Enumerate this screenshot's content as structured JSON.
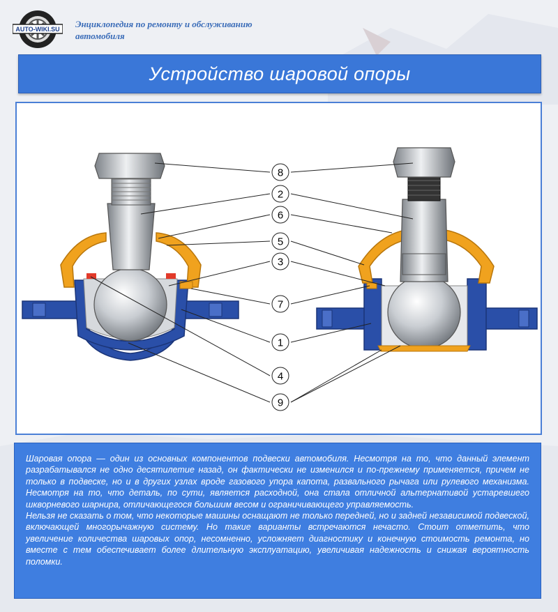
{
  "header": {
    "logo_text": "AUTO-WIKI.SU",
    "site_line1": "Энциклопедия по ремонту и обслуживанию",
    "site_line2": "автомобиля"
  },
  "title": "Устройство шаровой опоры",
  "diagram": {
    "callouts": [
      "8",
      "2",
      "6",
      "5",
      "3",
      "7",
      "1",
      "4",
      "9"
    ]
  },
  "description": {
    "paragraph1": "Шаровая опора — один из основных компонентов подвески автомобиля. Несмотря на то, что данный элемент разрабатывался не одно десятилетие назад, он фактически не изменился и по-прежнему применяется, причем не только в подвеске, но и в других узлах вроде газового упора капота, развального рычага или рулевого механизма. Несмотря на то, что деталь, по сути, является расходной, она стала отличной альтернативой устаревшего шкворневого шарнира, отличающегося большим весом и ограничивающего управляемость.",
    "paragraph2": "Нельзя не сказать о том, что некоторые машины оснащают не только передней, но и задней независимой подвеской, включающей многорычажную систему. Но такие варианты встречаются нечасто. Стоит отметить, что увеличение количества шаровых опор, несомненно, усложняет диагностику и конечную стоимость ремонта, но вместе с тем обеспечивает более длительную эксплуатацию, увеличивая надежность и снижая вероятность поломки."
  },
  "colors": {
    "accent_blue": "#3a77d8",
    "housing_blue": "#2a4fa8",
    "boot_orange": "#f0a21e",
    "metal_gray": "#b8bcc2",
    "liner_red": "#e23a2a"
  }
}
